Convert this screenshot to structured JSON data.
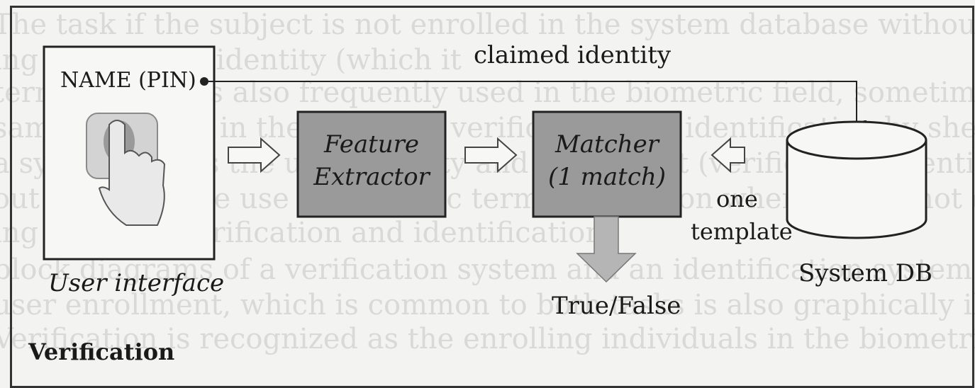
{
  "background_text": [
    "The task if the subject is not enrolled in the system database without the su",
    "ing to claim an identity (which it",
    "terminologies is also frequently used in the biometric field, sometimes as a",
    "same acronym, in the modes of verification and identification by sheeting a",
    "a system knows the user identity and declares it (verification) identi",
    "out this book we use the generic term recognition where we do not differenti",
    "ing between verification and identification.",
    "block diagrams of a verification system and an identification system are sh",
    "user enrollment, which is common to both tasks is also graphically illustr",
    "Verification is recognized as the enrolling individuals in the biometric system"
  ],
  "labels": {
    "claimed_identity": "claimed identity",
    "name_pin": "NAME (PIN)",
    "user_interface": "User interface",
    "feature_extractor_line1": "Feature",
    "feature_extractor_line2": "Extractor",
    "matcher_line1": "Matcher",
    "matcher_line2": "(1 match)",
    "one": "one",
    "template": "template",
    "system_db": "System DB",
    "true_false": "True/False",
    "verification": "Verification"
  },
  "colors": {
    "box_fill": "#9a9a9a",
    "arrow_fill": "#b5b5b5",
    "line": "#222222"
  },
  "icons": [
    "finger-touch-icon",
    "database-cylinder-icon"
  ]
}
